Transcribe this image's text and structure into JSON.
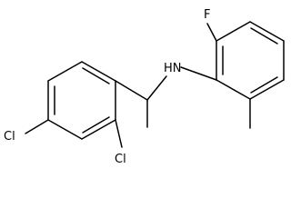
{
  "molecule": {
    "atoms": {
      "cl_para": "Cl",
      "cl_ortho": "Cl",
      "amine": "HN",
      "fluorine": "F"
    }
  }
}
